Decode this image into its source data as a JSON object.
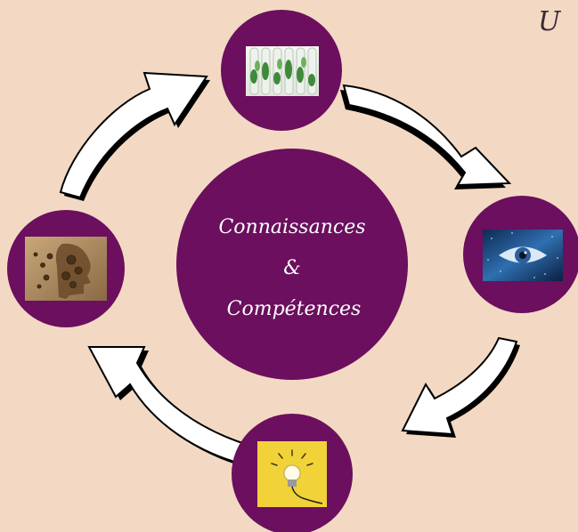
{
  "center": {
    "line1": "Connaissances",
    "line2": "&",
    "line3": "Compétences"
  },
  "corner_text": "U",
  "colors": {
    "background": "#f3d9c3",
    "purple": "#6b0f5e",
    "arrow_fill": "#ffffff",
    "arrow_stroke": "#000000"
  },
  "nodes": [
    {
      "id": "top",
      "icon": "plants-in-test-tubes-icon"
    },
    {
      "id": "right",
      "icon": "eye-icon"
    },
    {
      "id": "bottom",
      "icon": "lightbulb-icon"
    },
    {
      "id": "left",
      "icon": "gears-head-icon"
    }
  ]
}
